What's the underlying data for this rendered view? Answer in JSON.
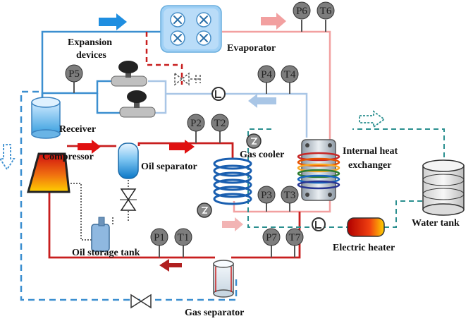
{
  "labels": {
    "expansion_devices_line1": "Expansion",
    "expansion_devices_line2": "devices",
    "evaporator": "Evaporator",
    "receiver": "Receiver",
    "compressor": "Compressor",
    "oil_separator": "Oil separator",
    "gas_cooler": "Gas cooler",
    "internal_hx_line1": "Internal heat",
    "internal_hx_line2": "exchanger",
    "water_tank": "Water tank",
    "oil_storage_tank": "Oil storage tank",
    "electric_heater": "Electric heater",
    "gas_separator": "Gas separator"
  },
  "gauges": {
    "p5": "P5",
    "p6": "P6",
    "t6": "T6",
    "p4": "P4",
    "t4": "T4",
    "p2": "P2",
    "t2": "T2",
    "p3": "P3",
    "t3": "T3",
    "p1": "P1",
    "t1": "T1",
    "p7": "P7",
    "t7": "T7"
  },
  "colors": {
    "high_pressure": "#c81e1e",
    "low_pressure": "#3c8fd0",
    "light_low": "#a9c6e6",
    "light_high": "#f2a0a0",
    "water_loop": "#2a8f8f",
    "oil_loop": "#333333",
    "gauge_fill": "#7d7d7d"
  }
}
